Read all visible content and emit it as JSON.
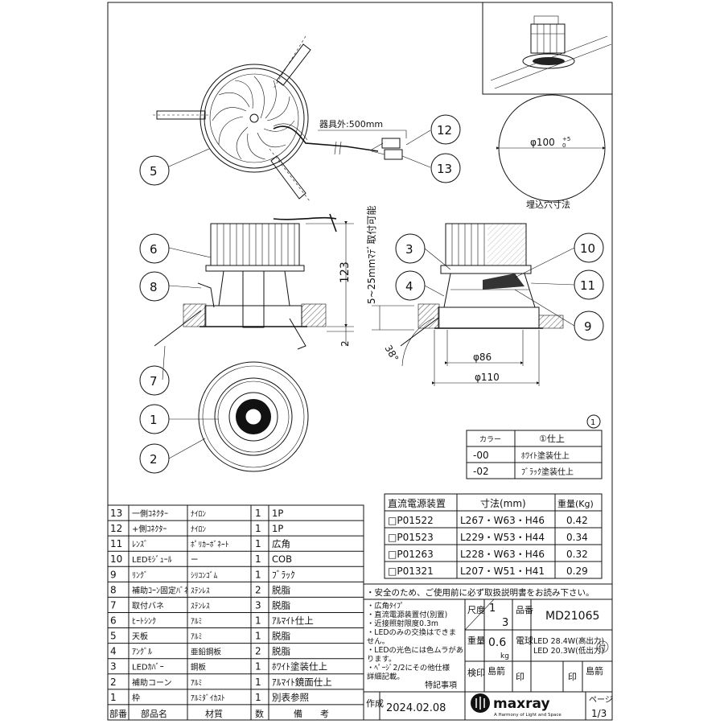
{
  "drawing": {
    "cable_label": "器具外:500mm",
    "cutout_dia": "φ100",
    "cutout_tol_plus": "+5",
    "cutout_tol_minus": "0",
    "cutout_label": "埋込穴寸法",
    "ceiling_range": "5~25mmﾏﾃﾞ取付可能",
    "dim_height": "123",
    "dim_2": "2",
    "dim_angle": "38°",
    "dim_d86": "φ86",
    "dim_d110": "φ110",
    "balloons": [
      "1",
      "2",
      "3",
      "4",
      "5",
      "6",
      "7",
      "8",
      "9",
      "10",
      "11",
      "12",
      "13"
    ]
  },
  "color_table": {
    "title_num": "1",
    "header": [
      "カラー",
      "①仕上"
    ],
    "rows": [
      [
        "-00",
        "ﾎﾜｲﾄ塗装仕上"
      ],
      [
        "-02",
        "ﾌﾞﾗｯｸ塗装仕上"
      ]
    ]
  },
  "power_table": {
    "header": [
      "直流電源装置",
      "寸法(mm)",
      "重量(Kg)"
    ],
    "rows": [
      [
        "□P01522",
        "L267・W63・H46",
        "0.42"
      ],
      [
        "□P01523",
        "L229・W53・H44",
        "0.34"
      ],
      [
        "□P01263",
        "L228・W63・H46",
        "0.32"
      ],
      [
        "□P01321",
        "L207・W51・H41",
        "0.29"
      ]
    ]
  },
  "parts": {
    "rows": [
      [
        "13",
        "一側ｺﾈｸﾀｰ",
        "ﾅｲﾛﾝ",
        "1",
        "1P"
      ],
      [
        "12",
        "+側ｺﾈｸﾀｰ",
        "ﾅｲﾛﾝ",
        "1",
        "1P"
      ],
      [
        "11",
        "ﾚﾝｽﾞ",
        "ﾎﾟﾘｶｰﾎﾞﾈｰﾄ",
        "1",
        "広角"
      ],
      [
        "10",
        "LEDﾓｼﾞｭｰﾙ",
        "ー",
        "1",
        "COB"
      ],
      [
        "9",
        "ﾘﾝｸﾞ",
        "ｼﾘｺﾝｺﾞﾑ",
        "1",
        "ﾌﾞﾗｯｸ"
      ],
      [
        "8",
        "補助ｺｰﾝ固定ﾊﾞﾈ",
        "ｽﾃﾝﾚｽ",
        "2",
        "脱脂"
      ],
      [
        "7",
        "取付バネ",
        "ｽﾃﾝﾚｽ",
        "3",
        "脱脂"
      ],
      [
        "6",
        "ﾋｰﾄｼﾝｸ",
        "ｱﾙﾐ",
        "1",
        "ｱﾙﾏｲﾄ仕上"
      ],
      [
        "5",
        "天板",
        "ｱﾙﾐ",
        "1",
        "脱脂"
      ],
      [
        "4",
        "ｱﾝｸﾞﾙ",
        "亜鉛鋼板",
        "2",
        "脱脂"
      ],
      [
        "3",
        "LEDｶﾊﾞｰ",
        "鋼板",
        "1",
        "ﾎﾜｲﾄ塗装仕上"
      ],
      [
        "2",
        "補助コーン",
        "ｱﾙﾐ",
        "1",
        "ｱﾙﾏｲﾄ鏡面仕上"
      ],
      [
        "1",
        "枠",
        "ｱﾙﾐﾀﾞｲｶｽﾄ",
        "1",
        "別表参照"
      ]
    ],
    "footer": [
      "部番",
      "部品名",
      "材質",
      "数",
      "備　　考"
    ]
  },
  "notes": {
    "warning": "・安全のため、ご使用前に必ず取扱説明書をお読み下さい。",
    "lines": [
      "・広角ﾀｲﾌﾟ",
      "・直流電源装置付(別置)",
      "・近接照射限度0.3m",
      "・LEDのみの交換はできま",
      "せん。",
      "・LEDの光色には色ムラがあ",
      "ります。",
      "・ﾍﾟｰｼﾞ2/2にその他仕様",
      "詳細記載。"
    ],
    "special": "特記事項"
  },
  "title_block": {
    "scale_label": "尺度",
    "scale_num": "1",
    "scale_den": "3",
    "part_label": "品番",
    "part_no": "MD21065",
    "weight_label": "重量",
    "weight": "0.6",
    "weight_unit": "kg",
    "bulb_label": "電球",
    "led1": "LED 28.4W(高出力)",
    "led2": "LED 20.3W(低出力)",
    "led_mark": "付",
    "inspect_label": "検印",
    "name1": "島箭",
    "seal1": "印",
    "seal2": "印",
    "name2": "島箭",
    "made_label": "作成",
    "date": "2024.02.08",
    "brand": "maxray",
    "tagline": "A Harmony of Light and Space",
    "page_label": "ページ",
    "page": "1/3"
  }
}
